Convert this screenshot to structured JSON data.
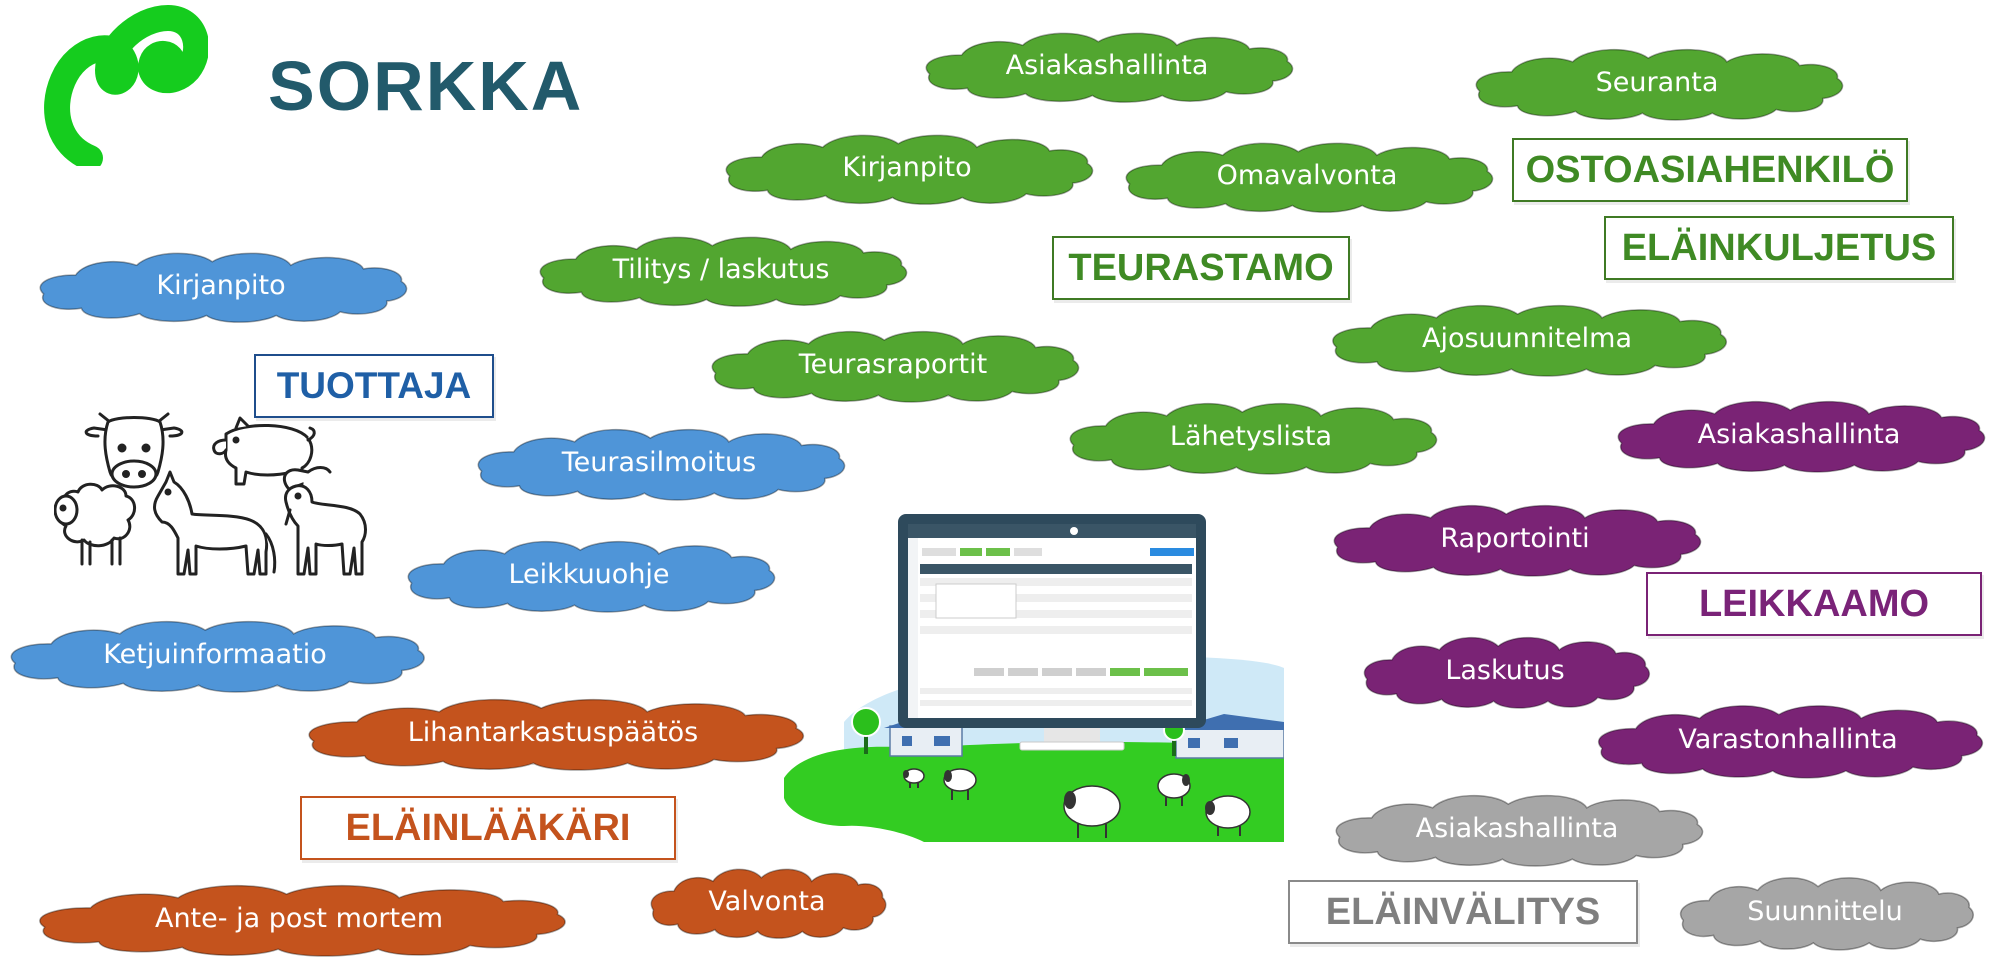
{
  "brand": {
    "name": "SORKKA"
  },
  "colors": {
    "green": "#52a630",
    "blue": "#4f95d8",
    "rust": "#c4531d",
    "purple": "#7a2375",
    "gray": "#a6a6a6",
    "logo": "#15cc1e",
    "brand_text": "#225a6b"
  },
  "roles": {
    "tuottaja": "TUOTTAJA",
    "teurastamo": "TEURASTAMO",
    "ostoasiahenkilo": "OSTOASIAHENKILÖ",
    "elainkuljetus": "ELÄINKULJETUS",
    "leikkaamo": "LEIKKAAMO",
    "elainlaakari": "ELÄINLÄÄKÄRI",
    "elainvalitys": "ELÄINVÄLITYS"
  },
  "clouds": {
    "green": [
      "Asiakashallinta",
      "Seuranta",
      "Kirjanpito",
      "Omavalvonta",
      "Tilitys / laskutus",
      "Teurasraportit",
      "Ajosuunnitelma",
      "Lähetyslista"
    ],
    "blue": [
      "Kirjanpito",
      "Teurasilmoitus",
      "Leikkuuohje",
      "Ketjuinformaatio"
    ],
    "rust": [
      "Lihantarkastuspäätös",
      "Valvonta",
      "Ante- ja post mortem"
    ],
    "purple": [
      "Asiakashallinta",
      "Raportointi",
      "Laskutus",
      "Varastonhallinta"
    ],
    "gray": [
      "Asiakashallinta",
      "Suunnittelu"
    ]
  },
  "icons": [
    "sorkka-logo-icon",
    "cow-icon",
    "pig-icon",
    "sheep-icon",
    "horse-icon",
    "goat-icon",
    "monitor-icon",
    "farm-barn-icon",
    "tree-icon"
  ]
}
